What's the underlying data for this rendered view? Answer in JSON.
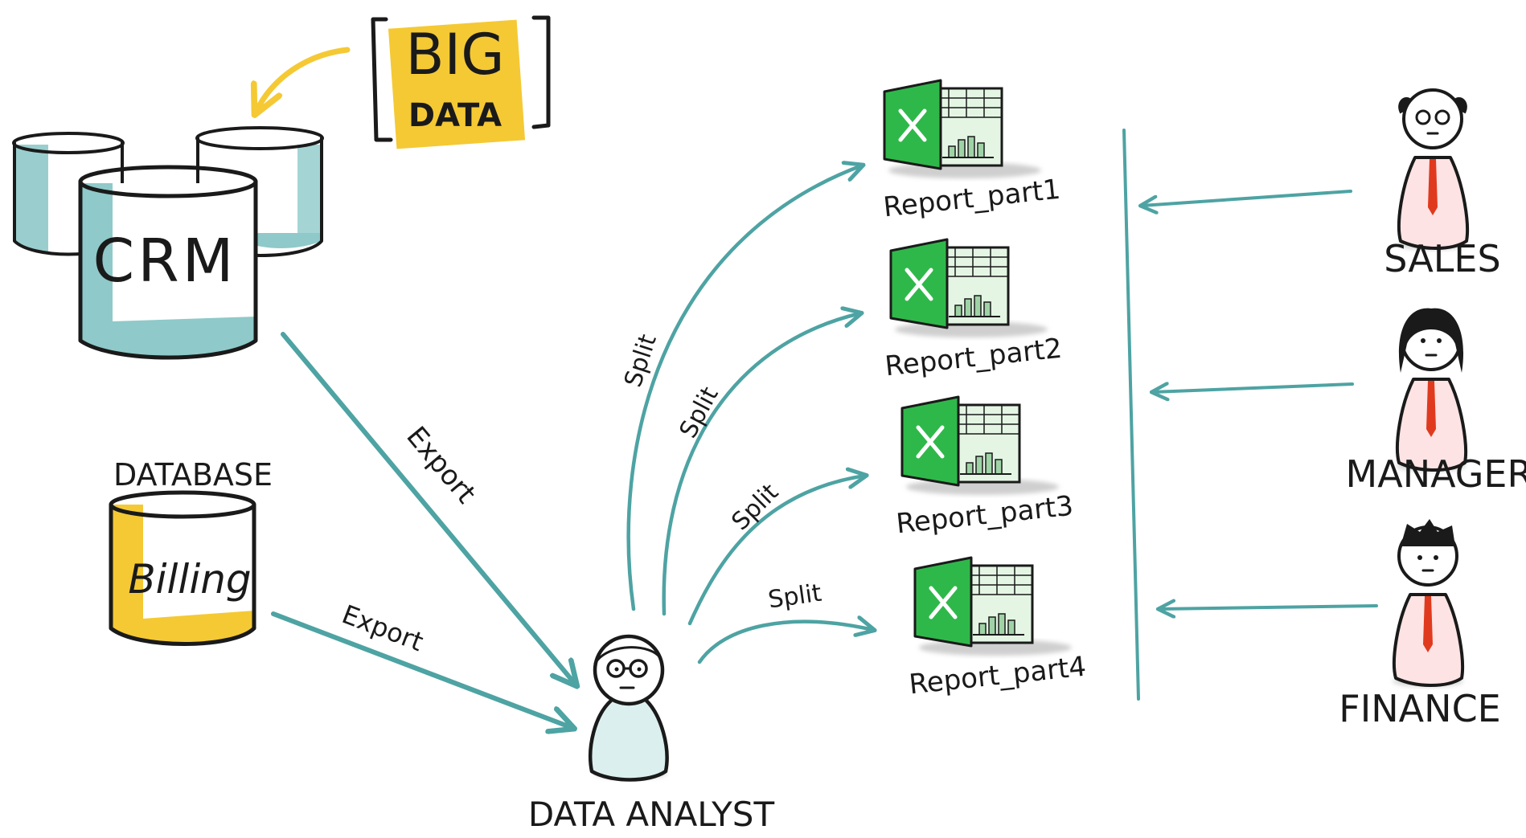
{
  "big_data": {
    "line1": "BIG",
    "line2": "DATA"
  },
  "crm": {
    "label": "CRM"
  },
  "database": {
    "caption": "DATABASE",
    "label": "Billing"
  },
  "analyst": {
    "label": "DATA ANALYST"
  },
  "edges": {
    "export_crm": "Export",
    "export_billing": "Export",
    "split": "Split"
  },
  "reports": [
    {
      "label": "Report_part1"
    },
    {
      "label": "Report_part2"
    },
    {
      "label": "Report_part3"
    },
    {
      "label": "Report_part4"
    }
  ],
  "roles": [
    {
      "label": "SALES"
    },
    {
      "label": "MANAGER"
    },
    {
      "label": "FINANCE"
    }
  ],
  "colors": {
    "teal": "#4ea3a3",
    "teal_fill": "#8fc9c9",
    "yellow": "#f5c934",
    "excel_green": "#2fb84a",
    "tie_red": "#e03a1e"
  }
}
